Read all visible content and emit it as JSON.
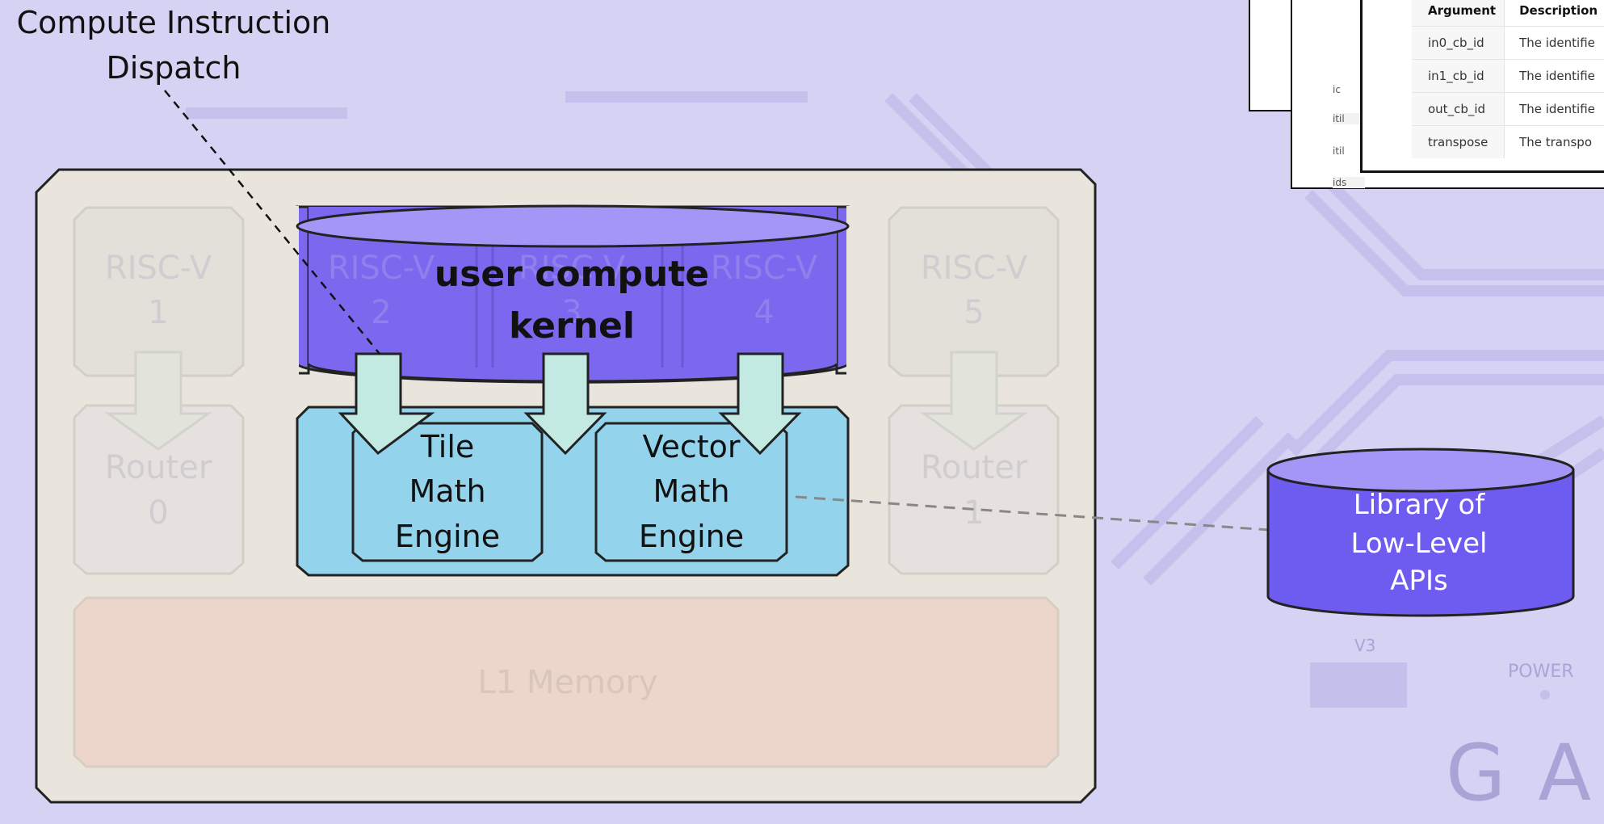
{
  "callout": {
    "line1": "Compute Instruction",
    "line2": "Dispatch"
  },
  "chip": {
    "risc_blocks": [
      {
        "label": "RISC-V",
        "num": "1"
      },
      {
        "label": "RISC-V",
        "num": "2"
      },
      {
        "label": "RISC-V",
        "num": "3"
      },
      {
        "label": "RISC-V",
        "num": "4"
      },
      {
        "label": "RISC-V",
        "num": "5"
      }
    ],
    "routers": [
      {
        "label": "Router",
        "num": "0"
      },
      {
        "label": "Router",
        "num": "1"
      }
    ],
    "l1_memory": "L1 Memory"
  },
  "kernel": {
    "line1": "user compute",
    "line2": "kernel"
  },
  "engines": [
    {
      "line1": "Tile",
      "line2": "Math",
      "line3": "Engine"
    },
    {
      "line1": "Vector",
      "line2": "Math",
      "line3": "Engine"
    }
  ],
  "library": {
    "line1": "Library of",
    "line2": "Low-Level",
    "line3": "APIs"
  },
  "doc_table": {
    "headers": [
      "Argument",
      "Description"
    ],
    "rows": [
      [
        "in0_cb_id",
        "The identifie"
      ],
      [
        "in1_cb_id",
        "The identifie"
      ],
      [
        "out_cb_id",
        "The identifie"
      ],
      [
        "transpose",
        "The transpo"
      ]
    ],
    "back_fragments": [
      "ic",
      "itil",
      "itil",
      "ids"
    ]
  },
  "background_text": {
    "version": "V3",
    "power": "POWER",
    "brand": "GAL"
  },
  "colors": {
    "kernel": "#7b68ee",
    "engine_area": "#93d4ec",
    "arrow": "#c3e9e3",
    "chip_body": "#e9e5dc",
    "memory": "#ecd6cb",
    "library": "#6e5cf0"
  }
}
